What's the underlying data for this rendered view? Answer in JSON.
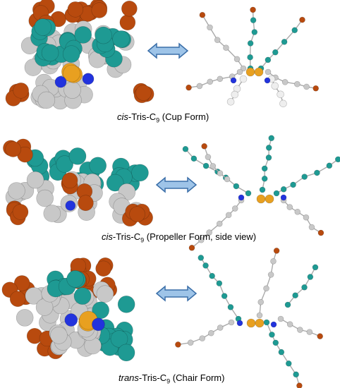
{
  "colors": {
    "teal": "#1e9a93",
    "orange_brown": "#b84a0e",
    "gray": "#c8c8c8",
    "blue": "#2233dd",
    "gold": "#e8a020",
    "arrow_fill": "#9ec4e8",
    "arrow_stroke": "#3a6ea8"
  },
  "captions": {
    "cup": {
      "prefix": "cis",
      "main": "-Tris-C",
      "sub": "9",
      "suffix": " (Cup Form)"
    },
    "propeller": {
      "prefix": "cis",
      "main": "-Tris-C",
      "sub": "9",
      "suffix": " (Propeller Form, side view)"
    },
    "chair": {
      "prefix": "trans",
      "main": "-Tris-C",
      "sub": "9",
      "suffix": " (Chair Form)"
    }
  },
  "icons": [
    "double-arrow-icon"
  ]
}
